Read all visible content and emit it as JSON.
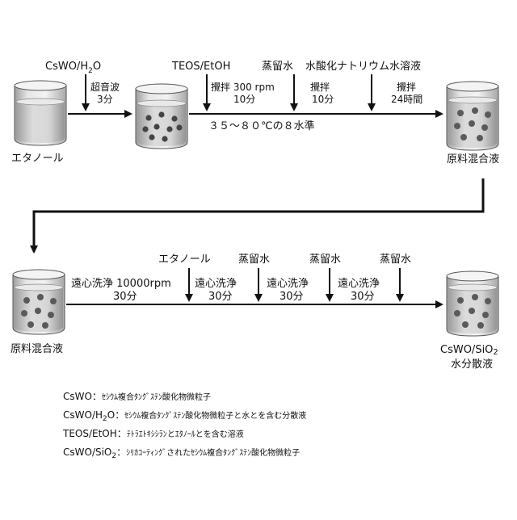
{
  "row1": {
    "step1": {
      "reagent": "CsWO/H",
      "reagent_sub": "2",
      "reagent_tail": "O",
      "cond1": "超音波",
      "cond2": "3分"
    },
    "step2": {
      "reagent": "TEOS/EtOH",
      "cond1": "攪拌 300 rpm",
      "cond2": "10分"
    },
    "step3": {
      "reagent": "蒸留水",
      "cond1": "攪拌",
      "cond2": "10分"
    },
    "step4": {
      "reagent": "水酸化ナトリウム水溶液",
      "cond1": "攪拌",
      "cond2": "24時間"
    },
    "temp_note": "３５～８０℃の８水準",
    "beaker1_label": "エタノール",
    "beaker3_label": "原料混合液"
  },
  "row2": {
    "beaker_start_label": "原料混合液",
    "wash1": {
      "cond1": "遠心洗浄 10000rpm",
      "cond2": "30分"
    },
    "add1": "エタノール",
    "wash2": {
      "cond1": "遠心洗浄",
      "cond2": "30分"
    },
    "add2": "蒸留水",
    "wash3": {
      "cond1": "遠心洗浄",
      "cond2": "30分"
    },
    "add3": "蒸留水",
    "wash4": {
      "cond1": "遠心洗浄",
      "cond2": "30分"
    },
    "add4": "蒸留水",
    "final_label_1": "CsWO/SiO",
    "final_label_1_sub": "2",
    "final_label_2": "水分散液"
  },
  "legend": [
    {
      "term": "CsWO",
      "term_sub": "",
      "term_tail": "",
      "sep": "：",
      "desc": "ｾｼｳﾑ複合ﾀﾝｸﾞｽﾃﾝ酸化物微粒子"
    },
    {
      "term": "CsWO/H",
      "term_sub": "2",
      "term_tail": "O",
      "sep": "：",
      "desc": "ｾｼｳﾑ複合ﾀﾝｸﾞｽﾃﾝ酸化物微粒子と水とを含む分散液"
    },
    {
      "term": "TEOS/EtOH",
      "term_sub": "",
      "term_tail": "",
      "sep": "：",
      "desc": "ﾃﾄﾗｴﾄｷｼｼﾗﾝとｴﾀﾉｰﾙとを含む溶液"
    },
    {
      "term": "CsWO/SiO",
      "term_sub": "2",
      "term_tail": "",
      "sep": "：",
      "desc": "ｼﾘｶｺｰﾃｨﾝｸﾞされたｾｼｳﾑ複合ﾀﾝｸﾞｽﾃﾝ酸化物微粒子"
    }
  ],
  "colors": {
    "line": "#111111",
    "liquid_light": "#d4d4d4",
    "liquid_dark": "#9a9a9a",
    "particle": "#555555"
  }
}
